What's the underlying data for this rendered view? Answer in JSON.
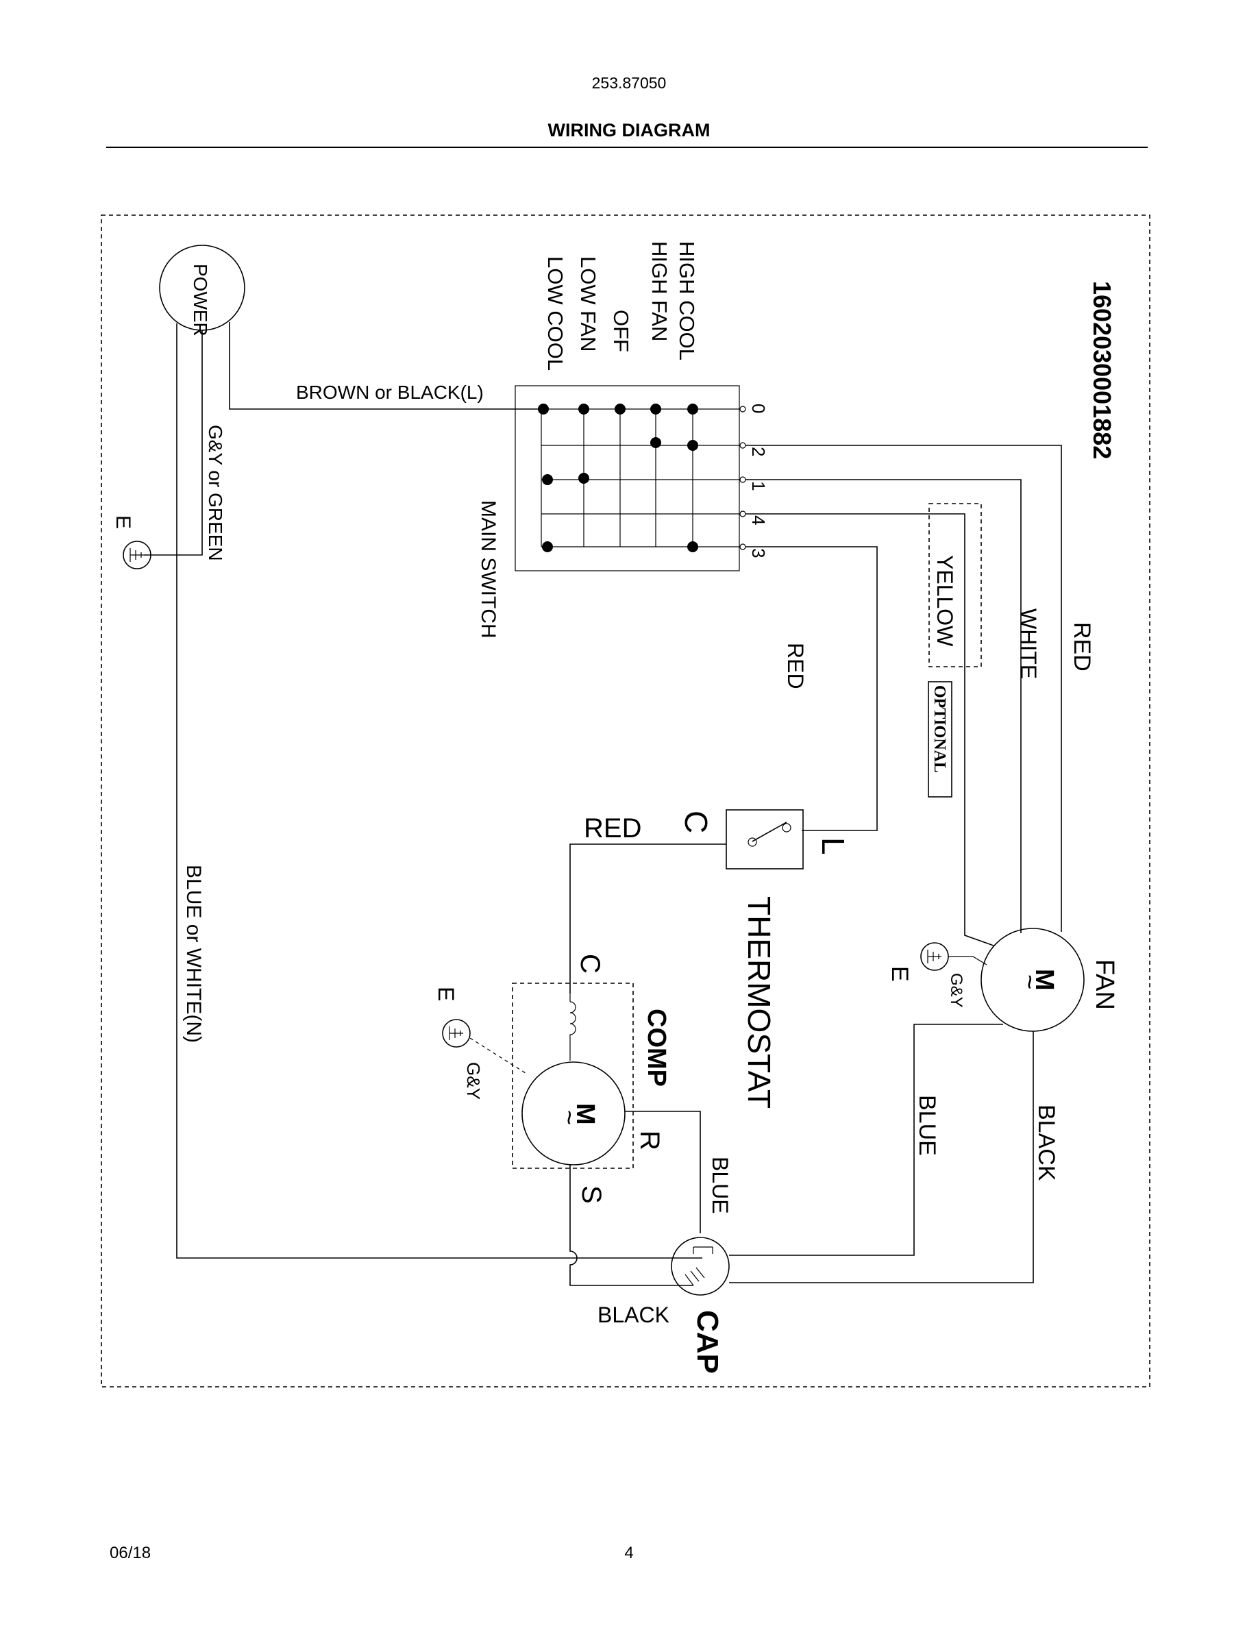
{
  "header": {
    "model_number": "253.87050",
    "title": "WIRING DIAGRAM"
  },
  "footer": {
    "date": "06/18",
    "page": "4"
  },
  "diagram": {
    "part_number": "1602030001882",
    "switch_modes": [
      "HIGH COOL",
      "HIGH FAN",
      "OFF",
      "LOW FAN",
      "LOW COOL"
    ],
    "switch_terminals": [
      "0",
      "2",
      "1",
      "4",
      "3"
    ],
    "labels": {
      "power": "POWER",
      "brown_or_black": "BROWN or BLACK(L)",
      "gy_or_green": "G&Y or GREEN",
      "earth": "E",
      "main_switch": "MAIN SWITCH",
      "blue_or_white": "BLUE or WHITE(N)",
      "red_mid": "RED",
      "yellow": "YELLOW",
      "optional": "OPTIONAL",
      "white": "WHITE",
      "red_right": "RED",
      "thermostat_red": "RED",
      "thermostat_c": "C",
      "thermostat_l": "L",
      "thermostat": "THERMOSTAT",
      "comp": "COMP",
      "comp_c": "C",
      "comp_r": "R",
      "comp_s": "S",
      "comp_m": "M",
      "comp_gy": "G&Y",
      "comp_e": "E",
      "fan": "FAN",
      "fan_m": "M",
      "fan_gy": "G&Y",
      "fan_e": "E",
      "blue_fan": "BLUE",
      "black_fan": "BLACK",
      "blue_comp": "BLUE",
      "black_bottom": "BLACK",
      "cap": "CAP"
    }
  }
}
